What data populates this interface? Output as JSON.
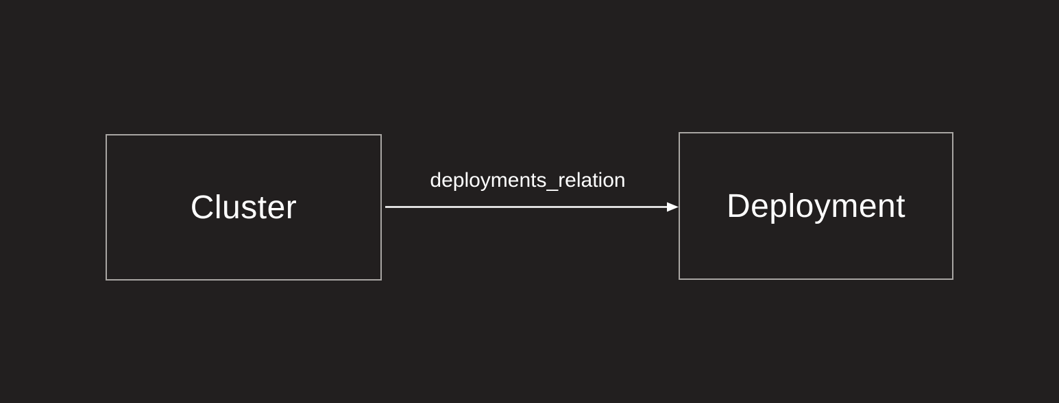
{
  "diagram": {
    "colors": {
      "background": "#221f1f",
      "node_border": "#a9a6a3",
      "node_fill": "#221f1f",
      "text": "#ffffff",
      "arrow": "#ffffff"
    },
    "nodes": [
      {
        "id": "cluster",
        "label": "Cluster"
      },
      {
        "id": "deployment",
        "label": "Deployment"
      }
    ],
    "edge": {
      "label": "deployments_relation",
      "from": "cluster",
      "to": "deployment",
      "direction": "left-to-right",
      "arrowhead": "filled-triangle"
    }
  }
}
